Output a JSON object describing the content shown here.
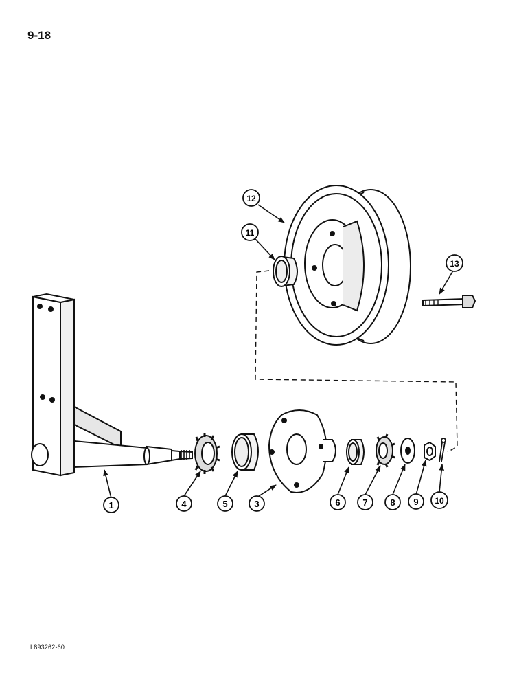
{
  "page": {
    "number": "9-18",
    "figure_code": "L893262-60"
  },
  "callouts": [
    {
      "id": "1",
      "label": "1"
    },
    {
      "id": "3",
      "label": "3"
    },
    {
      "id": "4",
      "label": "4"
    },
    {
      "id": "5",
      "label": "5"
    },
    {
      "id": "6",
      "label": "6"
    },
    {
      "id": "7",
      "label": "7"
    },
    {
      "id": "8",
      "label": "8"
    },
    {
      "id": "9",
      "label": "9"
    },
    {
      "id": "10",
      "label": "10"
    },
    {
      "id": "11",
      "label": "11"
    },
    {
      "id": "12",
      "label": "12"
    },
    {
      "id": "13",
      "label": "13"
    }
  ]
}
